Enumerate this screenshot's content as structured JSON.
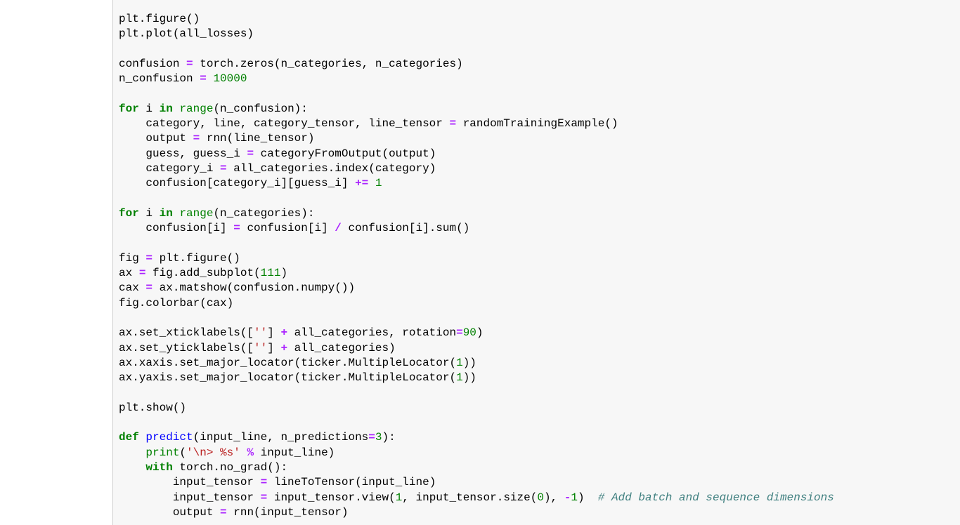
{
  "notebook": {
    "cell_type": "code",
    "colors": {
      "background": "#f7f7f7",
      "keyword": "#008000",
      "operator": "#aa22ff",
      "number": "#008000",
      "builtin": "#008000",
      "string": "#ba2121",
      "function_def": "#0000ff",
      "comment": "#408080"
    },
    "lines": [
      [
        {
          "t": "plt.figure()",
          "c": ""
        }
      ],
      [
        {
          "t": "plt.plot(all_losses)",
          "c": ""
        }
      ],
      [],
      [
        {
          "t": "confusion ",
          "c": ""
        },
        {
          "t": "=",
          "c": "op"
        },
        {
          "t": " torch.zeros(n_categories, n_categories)",
          "c": ""
        }
      ],
      [
        {
          "t": "n_confusion ",
          "c": ""
        },
        {
          "t": "=",
          "c": "op"
        },
        {
          "t": " ",
          "c": ""
        },
        {
          "t": "10000",
          "c": "num"
        }
      ],
      [],
      [
        {
          "t": "for",
          "c": "kw"
        },
        {
          "t": " i ",
          "c": ""
        },
        {
          "t": "in",
          "c": "kw"
        },
        {
          "t": " ",
          "c": ""
        },
        {
          "t": "range",
          "c": "bi"
        },
        {
          "t": "(n_confusion):",
          "c": ""
        }
      ],
      [
        {
          "t": "    category, line, category_tensor, line_tensor ",
          "c": ""
        },
        {
          "t": "=",
          "c": "op"
        },
        {
          "t": " randomTrainingExample()",
          "c": ""
        }
      ],
      [
        {
          "t": "    output ",
          "c": ""
        },
        {
          "t": "=",
          "c": "op"
        },
        {
          "t": " rnn(line_tensor)",
          "c": ""
        }
      ],
      [
        {
          "t": "    guess, guess_i ",
          "c": ""
        },
        {
          "t": "=",
          "c": "op"
        },
        {
          "t": " categoryFromOutput(output)",
          "c": ""
        }
      ],
      [
        {
          "t": "    category_i ",
          "c": ""
        },
        {
          "t": "=",
          "c": "op"
        },
        {
          "t": " all_categories.index(category)",
          "c": ""
        }
      ],
      [
        {
          "t": "    confusion[category_i][guess_i] ",
          "c": ""
        },
        {
          "t": "+=",
          "c": "op"
        },
        {
          "t": " ",
          "c": ""
        },
        {
          "t": "1",
          "c": "num"
        }
      ],
      [],
      [
        {
          "t": "for",
          "c": "kw"
        },
        {
          "t": " i ",
          "c": ""
        },
        {
          "t": "in",
          "c": "kw"
        },
        {
          "t": " ",
          "c": ""
        },
        {
          "t": "range",
          "c": "bi"
        },
        {
          "t": "(n_categories):",
          "c": ""
        }
      ],
      [
        {
          "t": "    confusion[i] ",
          "c": ""
        },
        {
          "t": "=",
          "c": "op"
        },
        {
          "t": " confusion[i] ",
          "c": ""
        },
        {
          "t": "/",
          "c": "op"
        },
        {
          "t": " confusion[i].sum()",
          "c": ""
        }
      ],
      [],
      [
        {
          "t": "fig ",
          "c": ""
        },
        {
          "t": "=",
          "c": "op"
        },
        {
          "t": " plt.figure()",
          "c": ""
        }
      ],
      [
        {
          "t": "ax ",
          "c": ""
        },
        {
          "t": "=",
          "c": "op"
        },
        {
          "t": " fig.add_subplot(",
          "c": ""
        },
        {
          "t": "111",
          "c": "num"
        },
        {
          "t": ")",
          "c": ""
        }
      ],
      [
        {
          "t": "cax ",
          "c": ""
        },
        {
          "t": "=",
          "c": "op"
        },
        {
          "t": " ax.matshow(confusion.numpy())",
          "c": ""
        }
      ],
      [
        {
          "t": "fig.colorbar(cax)",
          "c": ""
        }
      ],
      [],
      [
        {
          "t": "ax.set_xticklabels([",
          "c": ""
        },
        {
          "t": "''",
          "c": "str"
        },
        {
          "t": "] ",
          "c": ""
        },
        {
          "t": "+",
          "c": "op"
        },
        {
          "t": " all_categories, rotation",
          "c": ""
        },
        {
          "t": "=",
          "c": "op"
        },
        {
          "t": "90",
          "c": "num"
        },
        {
          "t": ")",
          "c": ""
        }
      ],
      [
        {
          "t": "ax.set_yticklabels([",
          "c": ""
        },
        {
          "t": "''",
          "c": "str"
        },
        {
          "t": "] ",
          "c": ""
        },
        {
          "t": "+",
          "c": "op"
        },
        {
          "t": " all_categories)",
          "c": ""
        }
      ],
      [
        {
          "t": "ax.xaxis.set_major_locator(ticker.MultipleLocator(",
          "c": ""
        },
        {
          "t": "1",
          "c": "num"
        },
        {
          "t": "))",
          "c": ""
        }
      ],
      [
        {
          "t": "ax.yaxis.set_major_locator(ticker.MultipleLocator(",
          "c": ""
        },
        {
          "t": "1",
          "c": "num"
        },
        {
          "t": "))",
          "c": ""
        }
      ],
      [],
      [
        {
          "t": "plt.show()",
          "c": ""
        }
      ],
      [],
      [
        {
          "t": "def",
          "c": "kw"
        },
        {
          "t": " ",
          "c": ""
        },
        {
          "t": "predict",
          "c": "fn"
        },
        {
          "t": "(input_line, n_predictions",
          "c": ""
        },
        {
          "t": "=",
          "c": "op"
        },
        {
          "t": "3",
          "c": "num"
        },
        {
          "t": "):",
          "c": ""
        }
      ],
      [
        {
          "t": "    ",
          "c": ""
        },
        {
          "t": "print",
          "c": "bi"
        },
        {
          "t": "(",
          "c": ""
        },
        {
          "t": "'\\n> %s'",
          "c": "str"
        },
        {
          "t": " ",
          "c": ""
        },
        {
          "t": "%",
          "c": "op"
        },
        {
          "t": " input_line)",
          "c": ""
        }
      ],
      [
        {
          "t": "    ",
          "c": ""
        },
        {
          "t": "with",
          "c": "kw"
        },
        {
          "t": " torch.no_grad():",
          "c": ""
        }
      ],
      [
        {
          "t": "        input_tensor ",
          "c": ""
        },
        {
          "t": "=",
          "c": "op"
        },
        {
          "t": " lineToTensor(input_line)",
          "c": ""
        }
      ],
      [
        {
          "t": "        input_tensor ",
          "c": ""
        },
        {
          "t": "=",
          "c": "op"
        },
        {
          "t": " input_tensor.view(",
          "c": ""
        },
        {
          "t": "1",
          "c": "num"
        },
        {
          "t": ", input_tensor.size(",
          "c": ""
        },
        {
          "t": "0",
          "c": "num"
        },
        {
          "t": "), ",
          "c": ""
        },
        {
          "t": "-",
          "c": "op"
        },
        {
          "t": "1",
          "c": "num"
        },
        {
          "t": ")  ",
          "c": ""
        },
        {
          "t": "# Add batch and sequence dimensions",
          "c": "cm"
        }
      ],
      [
        {
          "t": "        output ",
          "c": ""
        },
        {
          "t": "=",
          "c": "op"
        },
        {
          "t": " rnn(input_tensor)",
          "c": ""
        }
      ]
    ]
  }
}
